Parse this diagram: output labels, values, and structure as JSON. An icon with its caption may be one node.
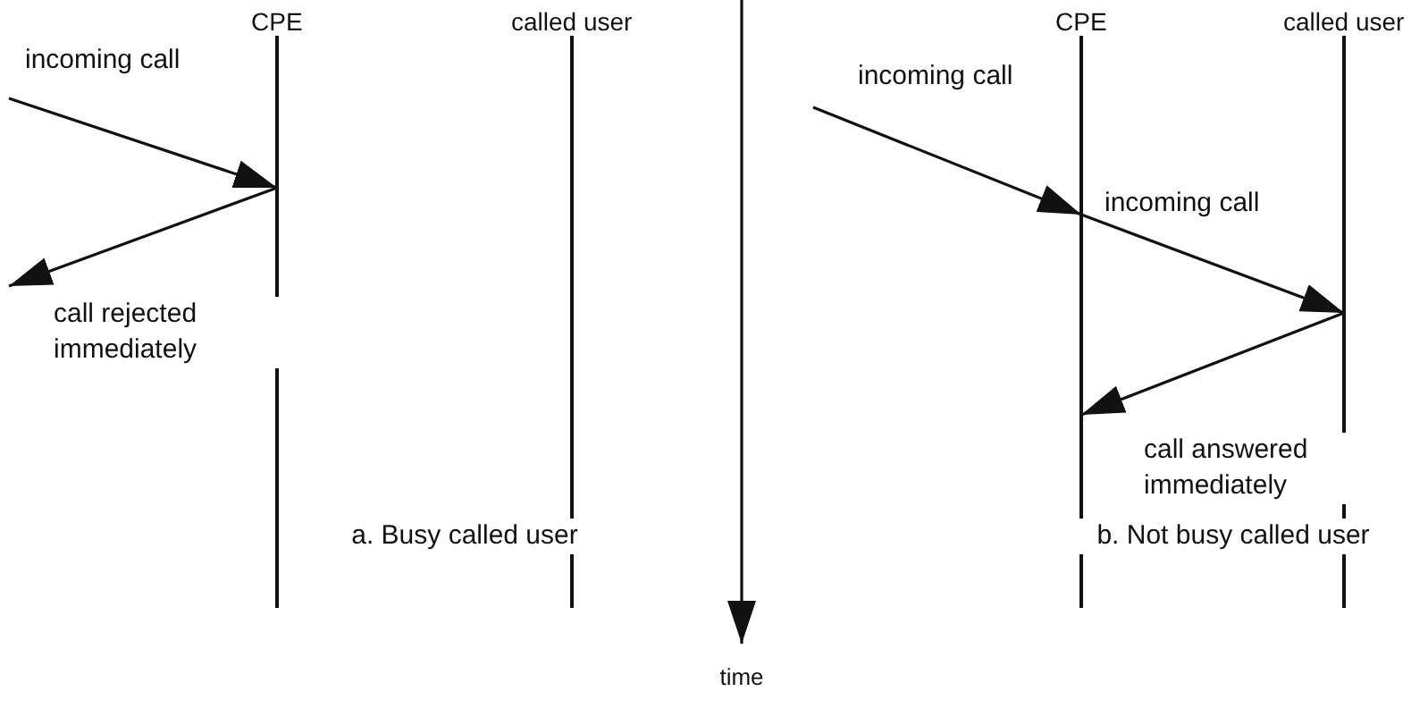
{
  "diagram": {
    "nodes": [
      {
        "text": [
          "CPE"
        ]
      },
      {
        "text": [
          "called user"
        ]
      },
      {
        "text": [
          "CPE"
        ]
      },
      {
        "text": [
          "called user"
        ]
      }
    ],
    "edges": [
      {
        "from": null,
        "to": 0,
        "arrow": "to",
        "label": "incoming call"
      },
      {
        "from": 0,
        "to": null,
        "arrow": "to",
        "label": "call rejected immediately"
      },
      {
        "from": null,
        "to": 2,
        "arrow": "to",
        "label": "incoming call"
      },
      {
        "from": 2,
        "to": 3,
        "arrow": "to",
        "label": "incoming call"
      },
      {
        "from": 3,
        "to": 2,
        "arrow": "to",
        "label": "call answered immediately"
      }
    ],
    "labels": [
      "a. Busy called user",
      "time",
      "b. Not busy called user"
    ]
  }
}
